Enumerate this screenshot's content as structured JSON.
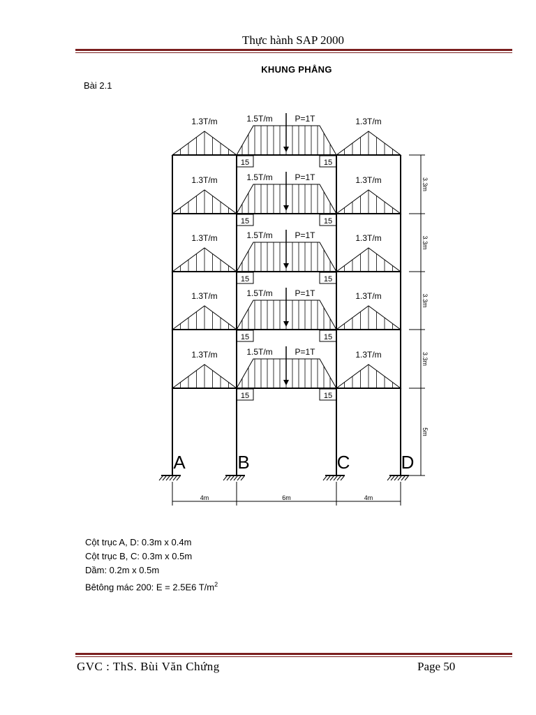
{
  "header": {
    "title": "Thực hành SAP 2000"
  },
  "section_title": "KHUNG PHẲNG",
  "exercise_label": "Bài 2.1",
  "diagram": {
    "load_triangle_label": "1.3T/m",
    "load_trapezoid_label": "1.5T/m",
    "point_load_label": "P=1T",
    "corner_dim_label": "15",
    "axis_labels": [
      "A",
      "B",
      "C",
      "D"
    ],
    "span_dims": [
      "4m",
      "6m",
      "4m"
    ],
    "story_heights": [
      "3.3m",
      "3.3m",
      "3.3m",
      "3.3m",
      "5m"
    ]
  },
  "specs": {
    "line1": "Cột trục A, D: 0.3m x 0.4m",
    "line2": "Cột trục B, C: 0.3m x 0.5m",
    "line3": "Dầm: 0.2m x 0.5m",
    "line4_prefix": "Bêtông mác 200: E = 2.5E6 T/m",
    "line4_sup": "2"
  },
  "footer": {
    "author": "GVC : ThS. Bùi Văn Chứng",
    "page": "Page 50"
  }
}
